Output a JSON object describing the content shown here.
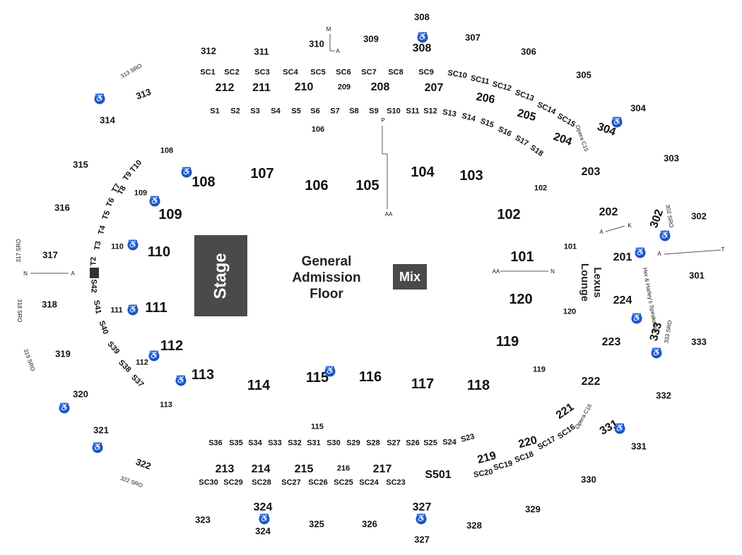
{
  "stage_label": "Stage",
  "mix_label": "Mix",
  "floor_label": [
    "General",
    "Admission",
    "Floor"
  ],
  "lounge_label": [
    "Lexus",
    "Lounge"
  ],
  "accessible_icon": "wheelchair-icon",
  "sections_300": [
    "301",
    "302",
    "303",
    "304",
    "305",
    "306",
    "307",
    "308",
    "309",
    "310",
    "311",
    "312",
    "313",
    "314",
    "315",
    "316",
    "317",
    "318",
    "319",
    "320",
    "321",
    "322",
    "323",
    "324",
    "325",
    "326",
    "327",
    "328",
    "329",
    "330",
    "331",
    "332",
    "333"
  ],
  "sections_200": [
    "201",
    "202",
    "203",
    "204",
    "205",
    "206",
    "207",
    "208",
    "209",
    "210",
    "211",
    "212",
    "213",
    "214",
    "215",
    "216",
    "217",
    "219",
    "220",
    "221",
    "222",
    "223",
    "224"
  ],
  "sections_100": [
    "101",
    "102",
    "103",
    "104",
    "105",
    "106",
    "107",
    "108",
    "109",
    "110",
    "111",
    "112",
    "113",
    "114",
    "115",
    "116",
    "117",
    "118",
    "119",
    "120"
  ],
  "sro_labels": [
    "302 SRO",
    "313 SRO",
    "317 SRO",
    "318 SRO",
    "319 SRO",
    "322 SRO",
    "333 SRO"
  ],
  "suites_s": [
    "S1",
    "S2",
    "S3",
    "S4",
    "S5",
    "S6",
    "S7",
    "S8",
    "S9",
    "S10",
    "S11",
    "S12",
    "S13",
    "S14",
    "S15",
    "S16",
    "S17",
    "S18",
    "S23",
    "S24",
    "S25",
    "S26",
    "S27",
    "S28",
    "S29",
    "S30",
    "S31",
    "S32",
    "S33",
    "S34",
    "S35",
    "S36",
    "S37",
    "S38",
    "S39",
    "S40",
    "S41",
    "S42",
    "S501"
  ],
  "suites_sc": [
    "SC1",
    "SC2",
    "SC3",
    "SC4",
    "SC5",
    "SC6",
    "SC7",
    "SC8",
    "SC9",
    "SC10",
    "SC11",
    "SC12",
    "SC13",
    "SC14",
    "SC15",
    "SC16",
    "SC17",
    "SC18",
    "SC19",
    "SC20",
    "SC23",
    "SC24",
    "SC25",
    "SC26",
    "SC27",
    "SC28",
    "SC29",
    "SC30"
  ],
  "tables": [
    "T2",
    "T3",
    "T4",
    "T5",
    "T6",
    "T7",
    "T8",
    "T9",
    "T10"
  ],
  "row_letters": [
    "A",
    "AA",
    "K",
    "M",
    "N",
    "P",
    "T"
  ],
  "notes": [
    "Opera C15",
    "Opera C16",
    "Her & Harley's Speakeasy"
  ]
}
